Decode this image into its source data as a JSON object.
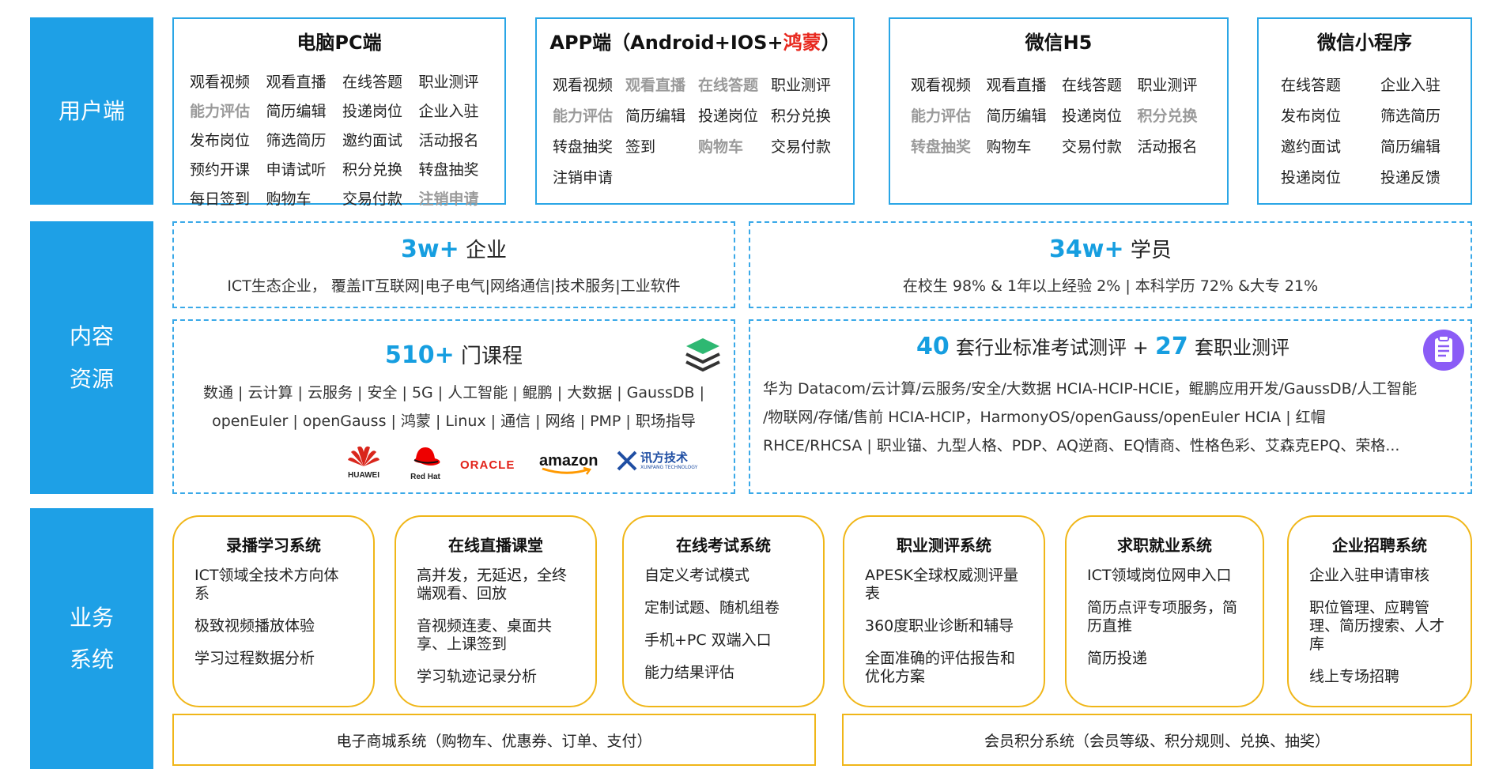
{
  "rows": {
    "user": "用户端",
    "content": [
      "内容",
      "资源"
    ],
    "business": [
      "业务",
      "系统"
    ]
  },
  "clients": [
    {
      "title": "电脑PC端",
      "items": [
        {
          "t": "观看视频",
          "g": false
        },
        {
          "t": "观看直播",
          "g": false
        },
        {
          "t": "在线答题",
          "g": false
        },
        {
          "t": "职业测评",
          "g": false
        },
        {
          "t": "能力评估",
          "g": true
        },
        {
          "t": "简历编辑",
          "g": false
        },
        {
          "t": "投递岗位",
          "g": false
        },
        {
          "t": "企业入驻",
          "g": false
        },
        {
          "t": "发布岗位",
          "g": false
        },
        {
          "t": "筛选简历",
          "g": false
        },
        {
          "t": "邀约面试",
          "g": false
        },
        {
          "t": "活动报名",
          "g": false
        },
        {
          "t": "预约开课",
          "g": false
        },
        {
          "t": "申请试听",
          "g": false
        },
        {
          "t": "积分兑换",
          "g": false
        },
        {
          "t": "转盘抽奖",
          "g": false
        },
        {
          "t": "每日签到",
          "g": false
        },
        {
          "t": "购物车",
          "g": false
        },
        {
          "t": "交易付款",
          "g": false
        },
        {
          "t": "注销申请",
          "g": true
        }
      ]
    },
    {
      "title_prefix": "APP端（Android+IOS+",
      "title_red": "鸿蒙",
      "title_suffix": "）",
      "items": [
        {
          "t": "观看视频",
          "g": false
        },
        {
          "t": "观看直播",
          "g": true
        },
        {
          "t": "在线答题",
          "g": true
        },
        {
          "t": "职业测评",
          "g": false
        },
        {
          "t": "能力评估",
          "g": true
        },
        {
          "t": "简历编辑",
          "g": false
        },
        {
          "t": "投递岗位",
          "g": false
        },
        {
          "t": "积分兑换",
          "g": false
        },
        {
          "t": "转盘抽奖",
          "g": false
        },
        {
          "t": "签到",
          "g": false
        },
        {
          "t": "购物车",
          "g": true
        },
        {
          "t": "交易付款",
          "g": false
        },
        {
          "t": "注销申请",
          "g": false
        }
      ]
    },
    {
      "title": "微信H5",
      "items": [
        {
          "t": "观看视频",
          "g": false
        },
        {
          "t": "观看直播",
          "g": false
        },
        {
          "t": "在线答题",
          "g": false
        },
        {
          "t": "职业测评",
          "g": false
        },
        {
          "t": "能力评估",
          "g": true
        },
        {
          "t": "简历编辑",
          "g": false
        },
        {
          "t": "投递岗位",
          "g": false
        },
        {
          "t": "积分兑换",
          "g": true
        },
        {
          "t": "转盘抽奖",
          "g": true
        },
        {
          "t": "购物车",
          "g": false
        },
        {
          "t": "交易付款",
          "g": false
        },
        {
          "t": "活动报名",
          "g": false
        }
      ]
    },
    {
      "title": "微信小程序",
      "items": [
        {
          "t": "在线答题",
          "g": false
        },
        {
          "t": "企业入驻",
          "g": false
        },
        {
          "t": "发布岗位",
          "g": false
        },
        {
          "t": "筛选简历",
          "g": false
        },
        {
          "t": "邀约面试",
          "g": false
        },
        {
          "t": "简历编辑",
          "g": false
        },
        {
          "t": "投递岗位",
          "g": false
        },
        {
          "t": "投递反馈",
          "g": false
        }
      ]
    }
  ],
  "content": {
    "enterprise": {
      "num": "3w+",
      "label": "企业",
      "desc": "ICT生态企业， 覆盖IT互联网|电子电气|网络通信|技术服务|工业软件"
    },
    "students": {
      "num": "34w+",
      "label": "学员",
      "desc": "在校生 98% & 1年以上经验 2% | 本科学历 72% &大专 21%"
    },
    "courses": {
      "num": "510+",
      "label": "门课程",
      "line1": "数通 | 云计算 | 云服务 | 安全 | 5G | 人工智能 | 鲲鹏 | 大数据 | GaussDB |",
      "line2": "openEuler | openGauss | 鸿蒙 | Linux | 通信 | 网络 | PMP | 职场指导",
      "logos": {
        "huawei": "HUAWEI",
        "redhat": "Red Hat",
        "oracle": "ORACLE",
        "amazon": "amazon",
        "xunfang": "讯方技术",
        "xunfang_sub": "XUNFANG TECHNOLOGY"
      }
    },
    "exams": {
      "num1": "40",
      "label1": "套行业标准考试测评 +",
      "num2": "27",
      "label2": "套职业测评",
      "line1": "华为 Datacom/云计算/云服务/安全/大数据 HCIA-HCIP-HCIE，鲲鹏应用开发/GaussDB/人工智能",
      "line2": "/物联网/存储/售前 HCIA-HCIP，HarmonyOS/openGauss/openEuler HCIA | 红帽",
      "line3": "RHCE/RHCSA | 职业锚、九型人格、PDP、AQ逆商、EQ情商、性格色彩、艾森克EPQ、荣格..."
    }
  },
  "systems": [
    {
      "title": "录播学习系统",
      "items": [
        "ICT领域全技术方向体系",
        "极致视频播放体验",
        "学习过程数据分析"
      ]
    },
    {
      "title": "在线直播课堂",
      "items": [
        "高并发，无延迟，全终端观看、回放",
        "音视频连麦、桌面共享、上课签到",
        "学习轨迹记录分析"
      ]
    },
    {
      "title": "在线考试系统",
      "items": [
        "自定义考试模式",
        "定制试题、随机组卷",
        "手机+PC 双端入口",
        "能力结果评估"
      ]
    },
    {
      "title": "职业测评系统",
      "items": [
        "APESK全球权威测评量表",
        "360度职业诊断和辅导",
        "全面准确的评估报告和优化方案"
      ]
    },
    {
      "title": "求职就业系统",
      "items": [
        "ICT领域岗位网申入口",
        "简历点评专项服务，简历直推",
        "简历投递"
      ]
    },
    {
      "title": "企业招聘系统",
      "items": [
        "企业入驻申请审核",
        "职位管理、应聘管理、简历搜索、人才库",
        "线上专场招聘"
      ]
    }
  ],
  "bars": {
    "mall": "电子商城系统（购物车、优惠券、订单、支付）",
    "points": "会员积分系统（会员等级、积分规则、兑换、抽奖）"
  },
  "colors": {
    "blue": "#1ea0e6",
    "numblue": "#169ee0",
    "gold": "#f0b618",
    "red": "#e8281e",
    "gray": "#9a9a9a"
  }
}
